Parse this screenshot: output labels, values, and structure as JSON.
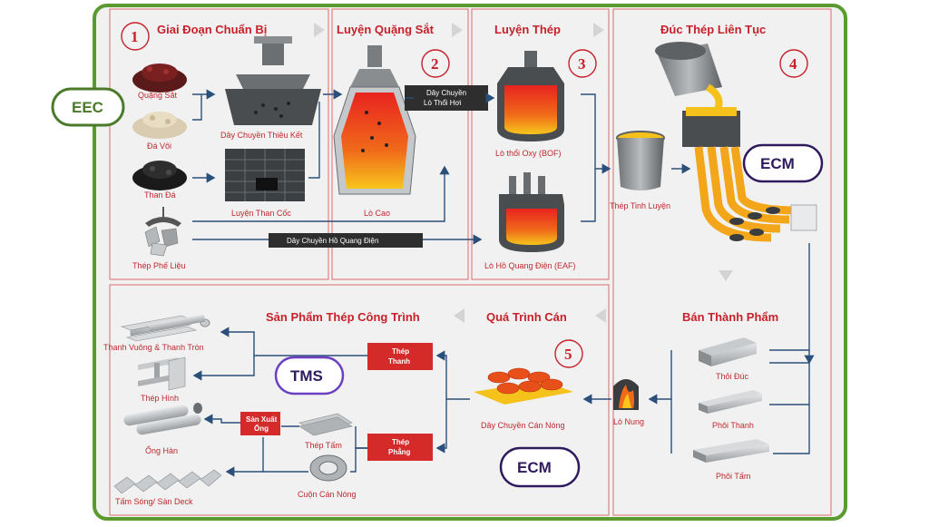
{
  "sections": {
    "s1": {
      "title": "Giai Đoạn Chuẩn Bị",
      "number": "1"
    },
    "s2": {
      "title": "Luyện Quặng Sắt",
      "number": "2"
    },
    "s3": {
      "title": "Luyện Thép",
      "number": "3"
    },
    "s4": {
      "title": "Đúc Thép Liên Tục",
      "number": "4"
    },
    "s5": {
      "title": "Quá Trình Cán",
      "number": "5"
    },
    "s6": {
      "title": "Sản Phẩm Thép Công Trình"
    },
    "s7": {
      "title": "Bán Thành Phẩm"
    }
  },
  "labels": {
    "quang_sat": "Quặng Sắt",
    "da_voi": "Đá Vôi",
    "than_da": "Than Đá",
    "thep_phe_lieu": "Thép Phế Liệu",
    "day_chuyen_thieu_ket": "Dây Chuyền Thiêu Kết",
    "luyen_than_coc": "Luyện Than Cốc",
    "lo_cao": "Lò Cao",
    "dc_lo_thoi_hoi_1": "Dây Chuyền",
    "dc_lo_thoi_hoi_2": "Lò Thổi Hơi",
    "dc_ho_quang_dien": "Dây Chuyền Hồ Quang Điện",
    "lo_thoi_oxy": "Lò thổi Oxy (BOF)",
    "lo_ho_quang_dien": "Lò Hồ Quang Điện (EAF)",
    "thep_tinh_luyen": "Thép Tinh Luyện",
    "thoi_duc": "Thỏi Đúc",
    "phoi_thanh": "Phôi Thanh",
    "phoi_tam": "Phôi Tấm",
    "lo_nung": "Lò Nung",
    "dc_can_nong": "Dây Chuyền Cán Nóng",
    "thep_thanh_1": "Thép",
    "thep_thanh_2": "Thanh",
    "thep_phang_1": "Thép",
    "thep_phang_2": "Phẳng",
    "san_xuat_ong_1": "Sản Xuất",
    "san_xuat_ong_2": "Ống",
    "thep_tam": "Thép Tấm",
    "cuon_can_nong": "Cuộn Cán Nóng",
    "thanh_vuong": "Thanh Vuông & Thanh Tròn",
    "thep_hinh": "Thép Hình",
    "ong_han": "Ống Hàn",
    "tam_song": "Tấm Sóng/ Sàn Deck"
  },
  "tags": {
    "eec": "EEC",
    "ecm1": "ECM",
    "tms": "TMS",
    "ecm2": "ECM"
  },
  "colors": {
    "frame_green": "#5a9a2e",
    "title_red": "#c8202a",
    "flow_blue": "#2a4f7a",
    "ecm_purple": "#2e1a5c",
    "tms_purple": "#6a3fc0",
    "eec_green": "#4a7a2a",
    "box_red": "#d42a2a",
    "molten_yellow": "#f4c21a"
  }
}
